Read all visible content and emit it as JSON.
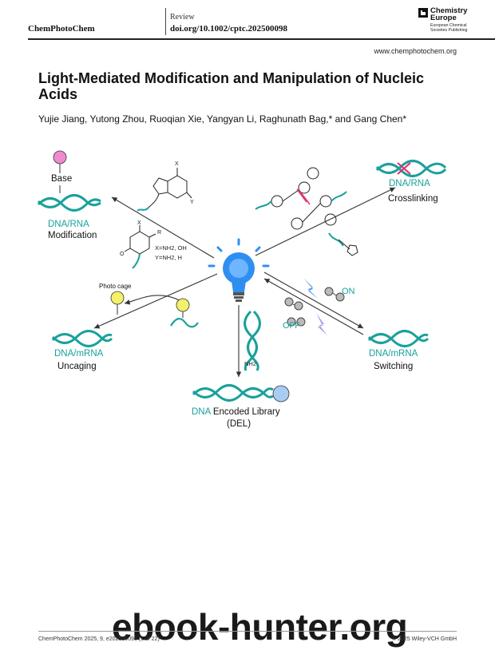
{
  "header": {
    "journal": "ChemPhotoChem",
    "article_type": "Review",
    "doi": "doi.org/10.1002/cptc.202500098",
    "publisher_logo": {
      "name_line1": "Chemistry",
      "name_line2": "Europe",
      "subtitle_line1": "European Chemical",
      "subtitle_line2": "Societies Publishing",
      "icon": "chemistry-europe-logo"
    }
  },
  "website": "www.chemphotochem.org",
  "title": "Light-Mediated Modification and Manipulation of Nucleic Acids",
  "authors": "Yujie Jiang, Yutong Zhou, Ruoqian Xie, Yangyan Li, Raghunath Bag,* and Gang Chen*",
  "figure": {
    "center_icon": "light-bulb-icon",
    "colors": {
      "dna_teal": "#1aa19a",
      "bulb_blue": "#2f8ff0",
      "base_pink": "#f08ad0",
      "cage_yellow": "#f3f06a",
      "crosslink_pink": "#e0306a",
      "arrow": "#333333"
    },
    "modification": {
      "base_label": "Base",
      "nucleic_acid": "DNA/RNA",
      "title": "Modification",
      "purine_sub_x": "X",
      "purine_sub_y": "Y",
      "pyrimidine_sub_x": "X",
      "pyrimidine_sub_r": "R",
      "x_def": "X=NH2, OH",
      "y_def": "Y=NH2, H"
    },
    "crosslinking": {
      "nucleic_acid": "DNA/RNA",
      "title": "Crosslinking"
    },
    "uncaging": {
      "cage_label": "Photo cage",
      "nucleic_acid": "DNA/mRNA",
      "title": "Uncaging"
    },
    "switching": {
      "nucleic_acid": "DNA/mRNA",
      "title": "Switching",
      "on_label": "ON",
      "off_label": "OFF"
    },
    "library": {
      "nh2_label": "NH2",
      "dna_word": "DNA",
      "title_rest": " Encoded Library",
      "abbr": "(DEL)"
    }
  },
  "footer": {
    "left": "ChemPhotoChem 2025, 9, e202500098 (1 of 22)",
    "right": "© 2025 Wiley-VCH GmbH"
  },
  "watermark": "ebook-hunter.org"
}
